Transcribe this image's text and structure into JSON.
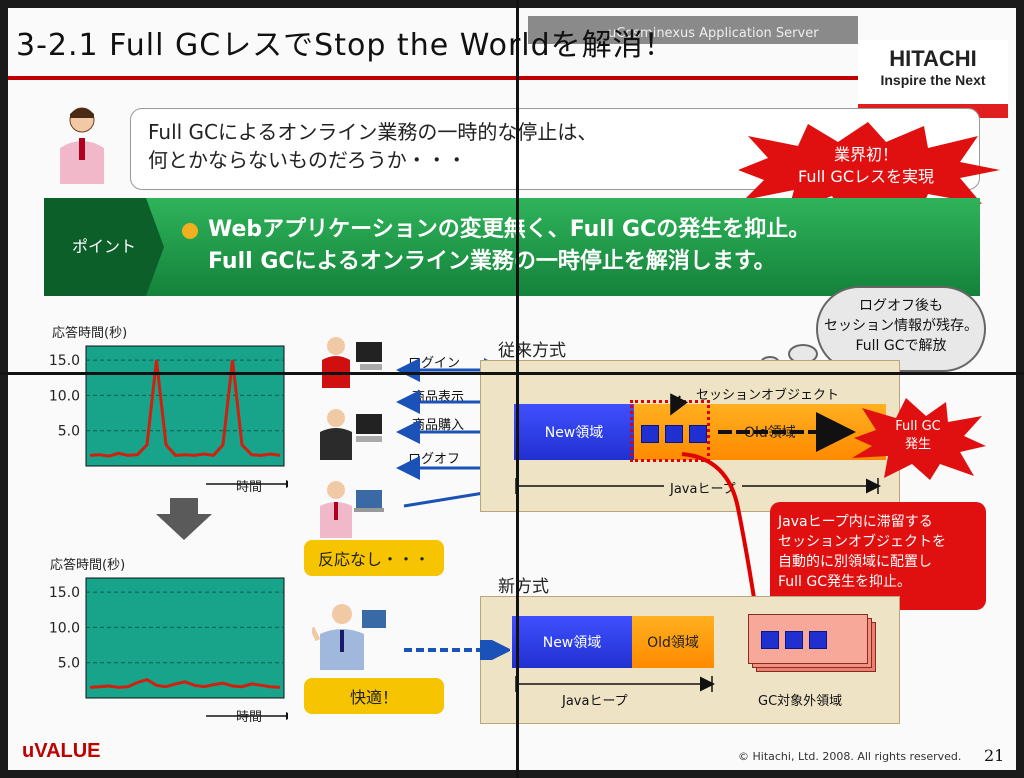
{
  "header": {
    "title": "3-2.1 Full GCレスでStop the Worldを解消！",
    "product": "uCosminexus Application Server",
    "logo_line1": "HITACHI",
    "logo_line2": "Inspire the Next"
  },
  "question": {
    "line1": "Full GCによるオンライン業務の一時的な停止は、",
    "line2": "何とかならないものだろうか・・・"
  },
  "burst_top": {
    "line1": "業界初！",
    "line2": "Full GCレスを実現"
  },
  "point": {
    "label": "ポイント",
    "line1": "Webアプリケーションの変更無く、Full GCの発生を抑止。",
    "line2": "Full GCによるオンライン業務の一時停止を解消します。"
  },
  "cloud": {
    "line1": "ログオフ後も",
    "line2": "セッション情報が残存。",
    "line3": "Full GCで解放"
  },
  "old_method": {
    "title": "従来方式",
    "session_label": "セッションオブジェクト",
    "new_area": "New領域",
    "old_area": "Old領域",
    "heap": "Javaヒープ",
    "burst_line1": "Full GC",
    "burst_line2": "発生"
  },
  "actions": [
    "ログイン",
    "商品表示",
    "商品購入",
    "ログオフ"
  ],
  "status_old": "反応なし・・・",
  "status_new": "快適！",
  "new_method": {
    "title": "新方式",
    "new_area": "New領域",
    "old_area": "Old領域",
    "heap": "Javaヒープ",
    "gc_excluded": "GC対象外領域"
  },
  "callout": {
    "line1": "Javaヒープ内に滞留する",
    "line2": "セッションオブジェクトを",
    "line3": "自動的に別領域に配置し",
    "line4": "Full GC発生を抑止。"
  },
  "footer": {
    "brand": "uVALUE",
    "copyright": "© Hitachi, Ltd. 2008. All rights reserved.",
    "page": "21"
  },
  "colors": {
    "accent_red": "#c00000",
    "green": "#1a9a48",
    "plot_bg": "#17a48b",
    "plot_line": "#d02010"
  },
  "chart_data": [
    {
      "type": "line",
      "ylabel": "応答時間(秒)",
      "xlabel": "時間",
      "ylim": [
        0,
        17
      ],
      "yticks": [
        15.0,
        10.0,
        5.0
      ],
      "x": [
        0,
        1,
        2,
        3,
        4,
        5,
        6,
        7,
        8,
        9,
        10,
        11,
        12,
        13,
        14,
        15,
        16,
        17,
        18,
        19,
        20
      ],
      "values": [
        1.5,
        1.6,
        1.4,
        1.8,
        1.5,
        1.6,
        3.0,
        15.0,
        3.0,
        1.5,
        1.6,
        1.5,
        1.7,
        1.5,
        3.0,
        15.0,
        3.0,
        1.6,
        1.5,
        1.7,
        1.5
      ],
      "grid": true
    },
    {
      "type": "line",
      "ylabel": "応答時間(秒)",
      "xlabel": "時間",
      "ylim": [
        0,
        17
      ],
      "yticks": [
        15.0,
        10.0,
        5.0
      ],
      "x": [
        0,
        1,
        2,
        3,
        4,
        5,
        6,
        7,
        8,
        9,
        10,
        11,
        12,
        13,
        14,
        15,
        16,
        17,
        18,
        19,
        20
      ],
      "values": [
        1.5,
        1.6,
        1.7,
        1.5,
        1.6,
        2.2,
        2.6,
        1.8,
        1.6,
        2.0,
        2.3,
        1.8,
        1.6,
        1.9,
        2.1,
        1.7,
        1.6,
        2.0,
        1.8,
        1.6,
        1.5
      ],
      "grid": true
    }
  ]
}
